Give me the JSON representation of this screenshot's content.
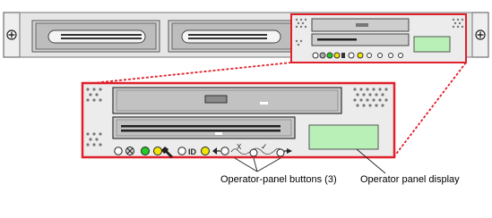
{
  "callouts": {
    "operator_panel_buttons": "Operator-panel buttons (3)",
    "operator_panel_display": "Operator panel display"
  },
  "panel_labels": {
    "reset_x": "X",
    "enter_check": "✓",
    "id_text": "ID"
  },
  "colors": {
    "callout_red": "#e0202a",
    "chassis_fill": "#ececec",
    "bay_fill": "#c8c8c8",
    "lcd_fill": "#b8f0b8",
    "led_green": "#22cc22",
    "led_yellow": "#f2e600",
    "led_white": "#ffffff"
  },
  "icons": {
    "power": "power-button-icon",
    "locator": "locator-icon",
    "service": "wrench-icon",
    "id": "id-button-icon",
    "scroll": "arrow-icon",
    "reset": "x-button-icon",
    "enter": "check-button-icon"
  }
}
